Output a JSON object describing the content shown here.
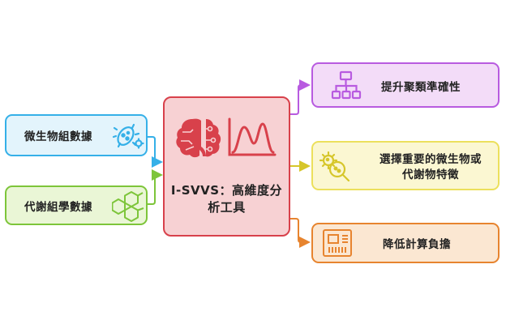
{
  "center": {
    "title": "I-SVVS：高維度分析工具",
    "icon": "brain-chart-icon",
    "color": "#d8414b"
  },
  "inputs": [
    {
      "label": "微生物組數據",
      "icon": "bacteria-icon",
      "color": "#35b0e8"
    },
    {
      "label": "代謝組學數據",
      "icon": "molecule-icon",
      "color": "#7dc53a"
    }
  ],
  "outputs": [
    {
      "label": "提升聚類準確性",
      "icon": "hierarchy-icon",
      "color": "#b85be0"
    },
    {
      "label": "選擇重要的微生物或代謝物特徵",
      "line1": "選擇重要的微生物或",
      "line2": "代謝物特徵",
      "icon": "magnify-virus-icon",
      "color": "#d6c62a"
    },
    {
      "label": "降低計算負擔",
      "icon": "cpu-board-icon",
      "color": "#e7842f"
    }
  ]
}
